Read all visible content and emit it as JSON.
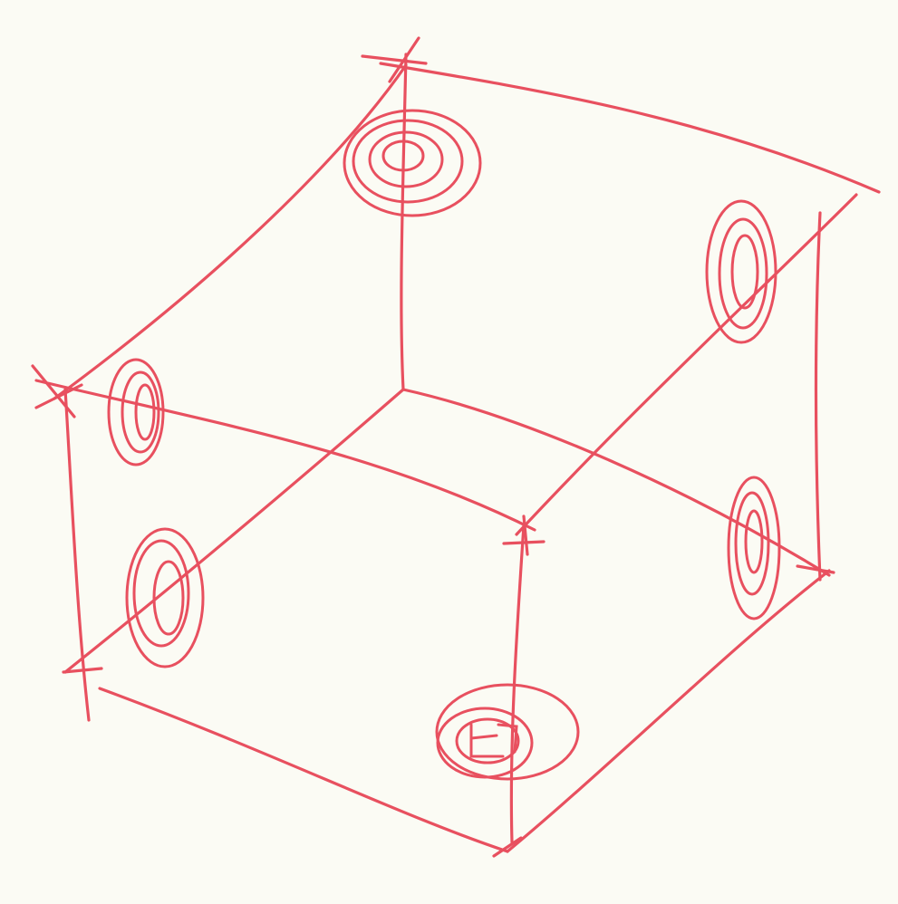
{
  "colors": {
    "paper": "#fbfbf4",
    "ink": "#e8505f",
    "fill": "#f26a6f"
  },
  "figure": {
    "kind": "hand-drawn cube wireframe with dots at the centre of each face",
    "faces": [
      "top",
      "back-right",
      "back-left",
      "front-left",
      "front-right",
      "bottom"
    ]
  }
}
